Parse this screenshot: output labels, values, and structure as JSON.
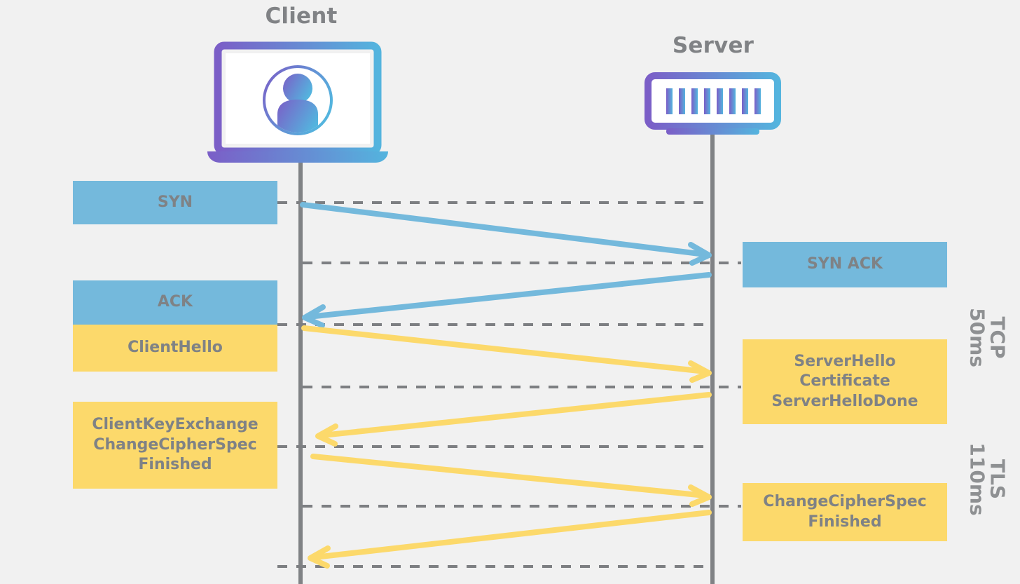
{
  "diagram": {
    "type": "sequence-diagram",
    "subject": "TCP and TLS handshake",
    "background_color": "#f1f1f1",
    "text_color": "#7f8285",
    "tcp_color": "#74b9dc",
    "tls_color": "#fcd96b",
    "lifeline_color": "#808285",
    "icon_gradient_from": "#7b5ec7",
    "icon_gradient_to": "#54b4de"
  },
  "nodes": {
    "client": {
      "title": "Client",
      "icon": "laptop-user-icon"
    },
    "server": {
      "title": "Server",
      "icon": "server-rack-icon"
    }
  },
  "phases": [
    {
      "name": "TCP",
      "duration": "50ms"
    },
    {
      "name": "TLS",
      "duration": "110ms"
    }
  ],
  "client_messages": [
    {
      "label": "SYN",
      "protocol": "TCP",
      "color": "#74b9dc",
      "lines": [
        "SYN"
      ]
    },
    {
      "label": "ACK",
      "protocol": "TCP",
      "color": "#74b9dc",
      "lines": [
        "ACK"
      ]
    },
    {
      "label": "ClientHello",
      "protocol": "TLS",
      "color": "#fcd96b",
      "lines": [
        "ClientHello"
      ]
    },
    {
      "label": "ClientKeyExchange ChangeCipherSpec Finished",
      "protocol": "TLS",
      "color": "#fcd96b",
      "lines": [
        "ClientKeyExchange",
        "ChangeCipherSpec",
        "Finished"
      ]
    }
  ],
  "server_messages": [
    {
      "label": "SYN ACK",
      "protocol": "TCP",
      "color": "#74b9dc",
      "lines": [
        "SYN ACK"
      ]
    },
    {
      "label": "ServerHello Certificate ServerHelloDone",
      "protocol": "TLS",
      "color": "#fcd96b",
      "lines": [
        "ServerHello",
        "Certificate",
        "ServerHelloDone"
      ]
    },
    {
      "label": "ChangeCipherSpec Finished",
      "protocol": "TLS",
      "color": "#fcd96b",
      "lines": [
        "ChangeCipherSpec",
        "Finished"
      ]
    }
  ],
  "arrows": [
    {
      "from": "client",
      "to": "server",
      "protocol": "TCP",
      "message": "SYN"
    },
    {
      "from": "server",
      "to": "client",
      "protocol": "TCP",
      "message": "SYN ACK"
    },
    {
      "from": "client",
      "to": "server",
      "protocol": "TLS",
      "message": "ClientHello"
    },
    {
      "from": "server",
      "to": "client",
      "protocol": "TLS",
      "message": "ServerHello / Certificate / ServerHelloDone"
    },
    {
      "from": "client",
      "to": "server",
      "protocol": "TLS",
      "message": "ClientKeyExchange / ChangeCipherSpec / Finished"
    },
    {
      "from": "server",
      "to": "client",
      "protocol": "TLS",
      "message": "ChangeCipherSpec / Finished"
    }
  ]
}
